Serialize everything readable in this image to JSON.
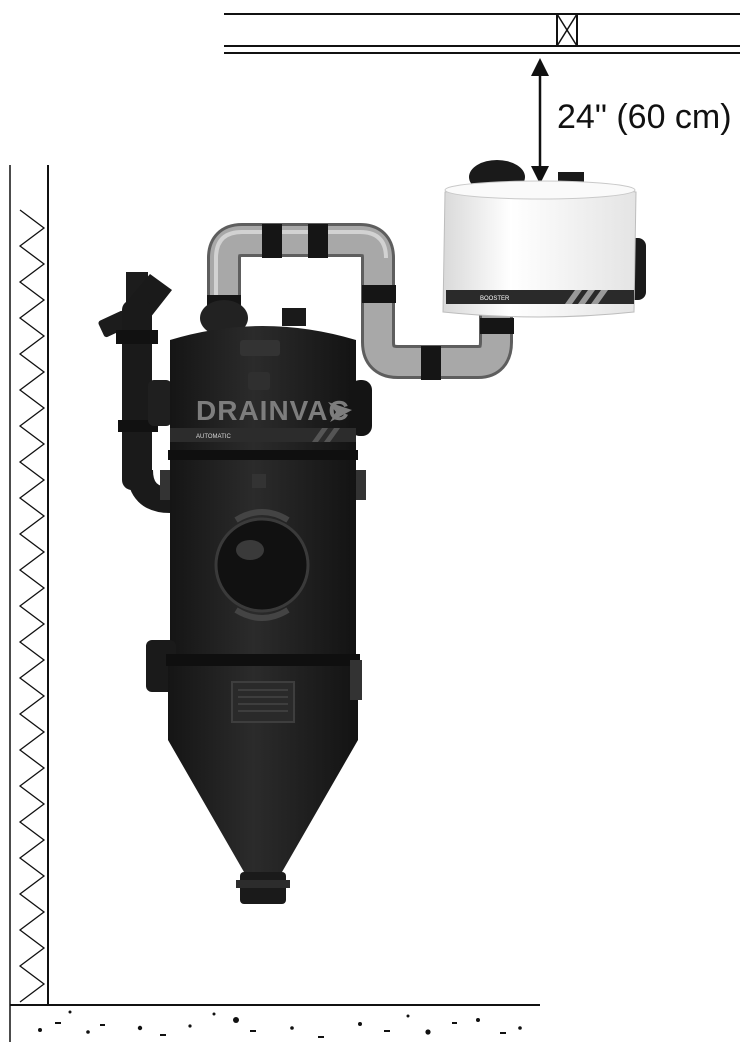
{
  "diagram": {
    "clearance_label": "24\" (60 cm)",
    "unit_brand": "DRAINVAC",
    "unit_model": "AUTOMATIC",
    "booster_label": "BOOSTER"
  },
  "colors": {
    "line": "#111111",
    "unit_body": "#1f1f1f",
    "booster_body": "#f2f2f2",
    "pipe": "#9a9a9a"
  }
}
